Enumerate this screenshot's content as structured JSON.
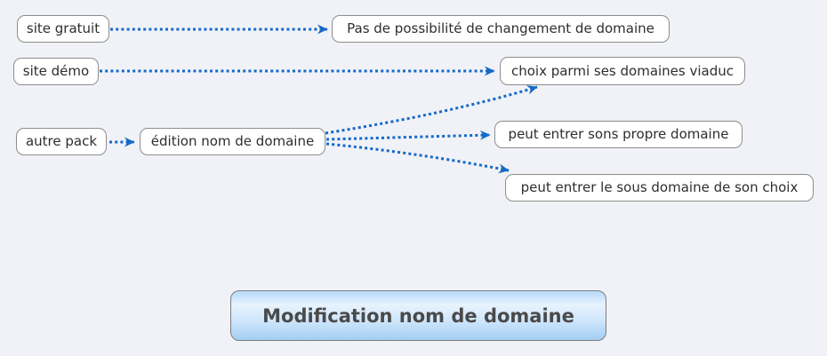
{
  "root": {
    "label": "Modification nom de domaine"
  },
  "nodes": [
    {
      "id": "site-gratuit",
      "label": "site gratuit"
    },
    {
      "id": "pas-de-possibilite",
      "label": "Pas de possibilité de changement de domaine"
    },
    {
      "id": "site-demo",
      "label": "site démo"
    },
    {
      "id": "choix-domaines-viaduc",
      "label": "choix parmi ses domaines viaduc"
    },
    {
      "id": "autre-pack",
      "label": "autre pack"
    },
    {
      "id": "edition-nom-de-domaine",
      "label": "édition nom de domaine"
    },
    {
      "id": "peut-entrer-propre-domaine",
      "label": "peut entrer sons propre domaine"
    },
    {
      "id": "peut-entrer-sous-domaine",
      "label": "peut entrer le sous domaine de son choix"
    }
  ],
  "connectors": [
    {
      "from": "site gratuit",
      "to": "Pas de possibilité de changement de domaine",
      "style": "dotted-arrow"
    },
    {
      "from": "site démo",
      "to": "choix parmi ses domaines viaduc",
      "style": "dotted-arrow"
    },
    {
      "from": "édition nom de domaine",
      "to": "choix parmi ses domaines viaduc",
      "style": "dotted-arrow"
    },
    {
      "from": "édition nom de domaine",
      "to": "peut entrer sons propre domaine",
      "style": "dotted-arrow"
    },
    {
      "from": "édition nom de domaine",
      "to": "peut entrer le sous domaine de son choix",
      "style": "dotted-arrow"
    },
    {
      "from": "autre pack",
      "to": "édition nom de domaine",
      "style": "dotted-arrow"
    }
  ],
  "colors": {
    "background": "#f0f2f7",
    "node_background": "#ffffff",
    "node_border": "#8d8d8d",
    "node_text": "#2e2e2e",
    "connector": "#1569c8",
    "root_gradient_top": "#b5d9f8",
    "root_gradient_light": "#e7f3fd",
    "root_gradient_bottom": "#a3cef4",
    "root_text": "#4a4a4a",
    "root_border": "#7d7d7d"
  }
}
